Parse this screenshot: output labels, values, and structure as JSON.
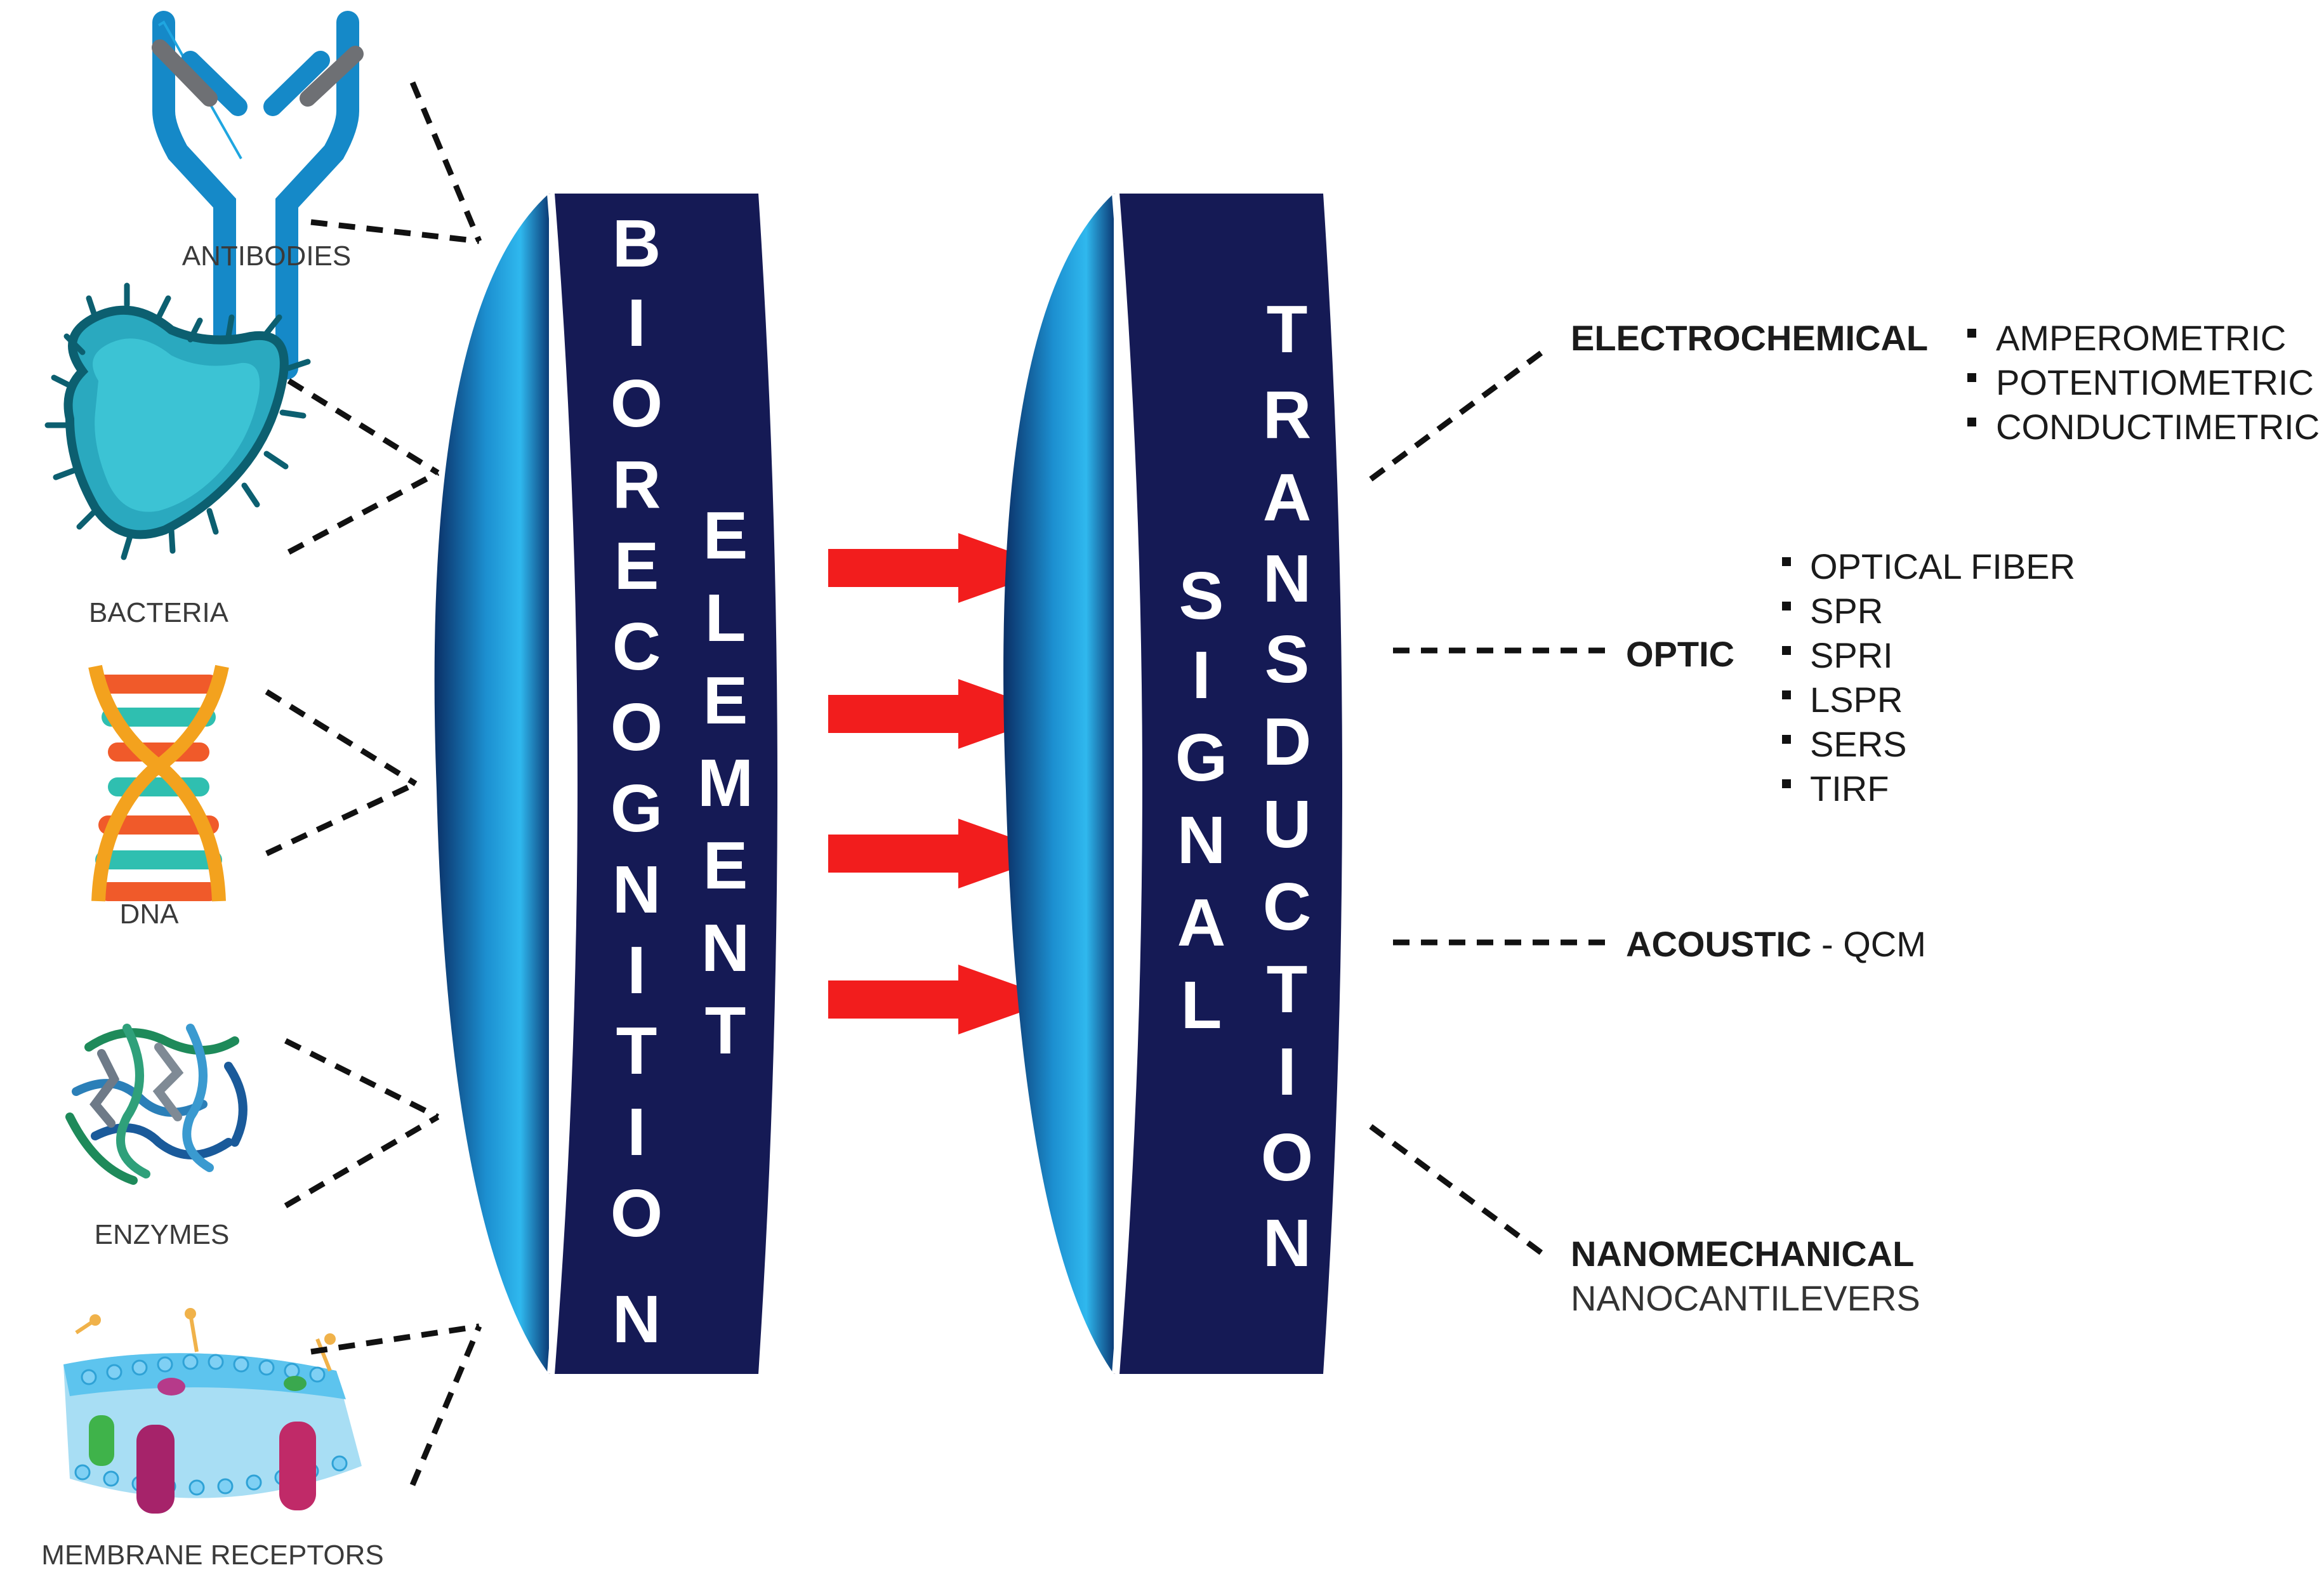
{
  "sources": [
    {
      "id": "antibodies",
      "label": "ANTIBODIES",
      "icon": "antibody-icon"
    },
    {
      "id": "bacteria",
      "label": "BACTERIA",
      "icon": "bacteria-icon"
    },
    {
      "id": "dna",
      "label": "DNA",
      "icon": "dna-icon"
    },
    {
      "id": "enzymes",
      "label": "ENZYMES",
      "icon": "enzyme-icon"
    },
    {
      "id": "membrane",
      "label": "MEMBRANE RECEPTORS",
      "icon": "membrane-icon"
    }
  ],
  "bioreceptor": {
    "word1": "BIORECOGNITION",
    "word2": "ELEMENT"
  },
  "transducer": {
    "word1": "SIGNAL",
    "word2": "TRANSDUCTION"
  },
  "transduction": {
    "electrochemical": {
      "title": "ELECTROCHEMICAL",
      "items": [
        "AMPEROMETRIC",
        "POTENTIOMETRIC",
        "CONDUCTIMETRIC"
      ]
    },
    "optic": {
      "title": "OPTIC",
      "items": [
        "OPTICAL FIBER",
        "SPR",
        "SPRI",
        "LSPR",
        "SERS",
        "TIRF"
      ]
    },
    "acoustic": {
      "title": "ACOUSTIC",
      "suffix": " - QCM"
    },
    "nanomechanical": {
      "title": "NANOMECHANICAL",
      "subtitle": "NANOCANTILEVERS"
    }
  },
  "colors": {
    "panel": "#151a55",
    "lens_dark": "#0a2f66",
    "lens_light": "#2fb8ee",
    "arrow": "#f21d1d"
  }
}
